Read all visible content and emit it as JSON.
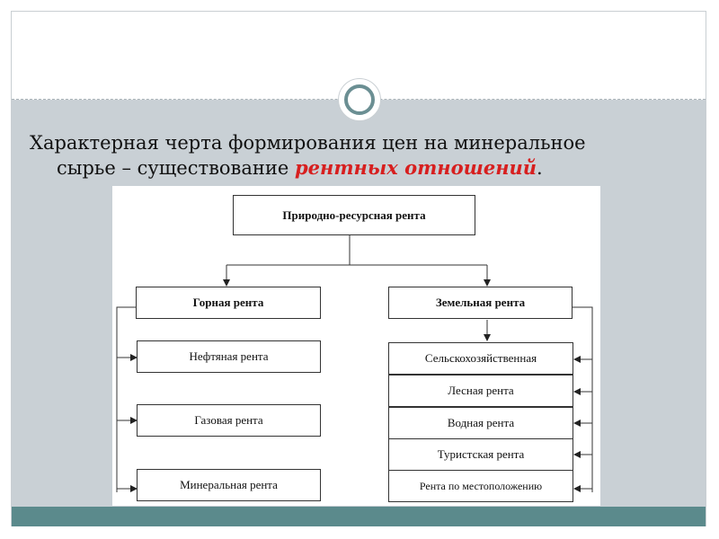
{
  "slide": {
    "heading_line1": "Характерная черта формирования цен на минеральное",
    "heading_line2_prefix": "сырье – существование ",
    "heading_accent": "рентных отношений",
    "heading_suffix": ".",
    "accent_color": "#d71f1f",
    "footer_color": "#5b8a8c"
  },
  "diagram": {
    "root": "Природно-ресурсная рента",
    "left_branch": {
      "title": "Горная рента",
      "items": [
        "Нефтяная рента",
        "Газовая рента",
        "Минеральная рента"
      ]
    },
    "right_branch": {
      "title": "Земельная рента",
      "items": [
        "Сельскохозяйственная",
        "Лесная рента",
        "Водная рента",
        "Туристская рента",
        "Рента по местоположению"
      ]
    }
  }
}
